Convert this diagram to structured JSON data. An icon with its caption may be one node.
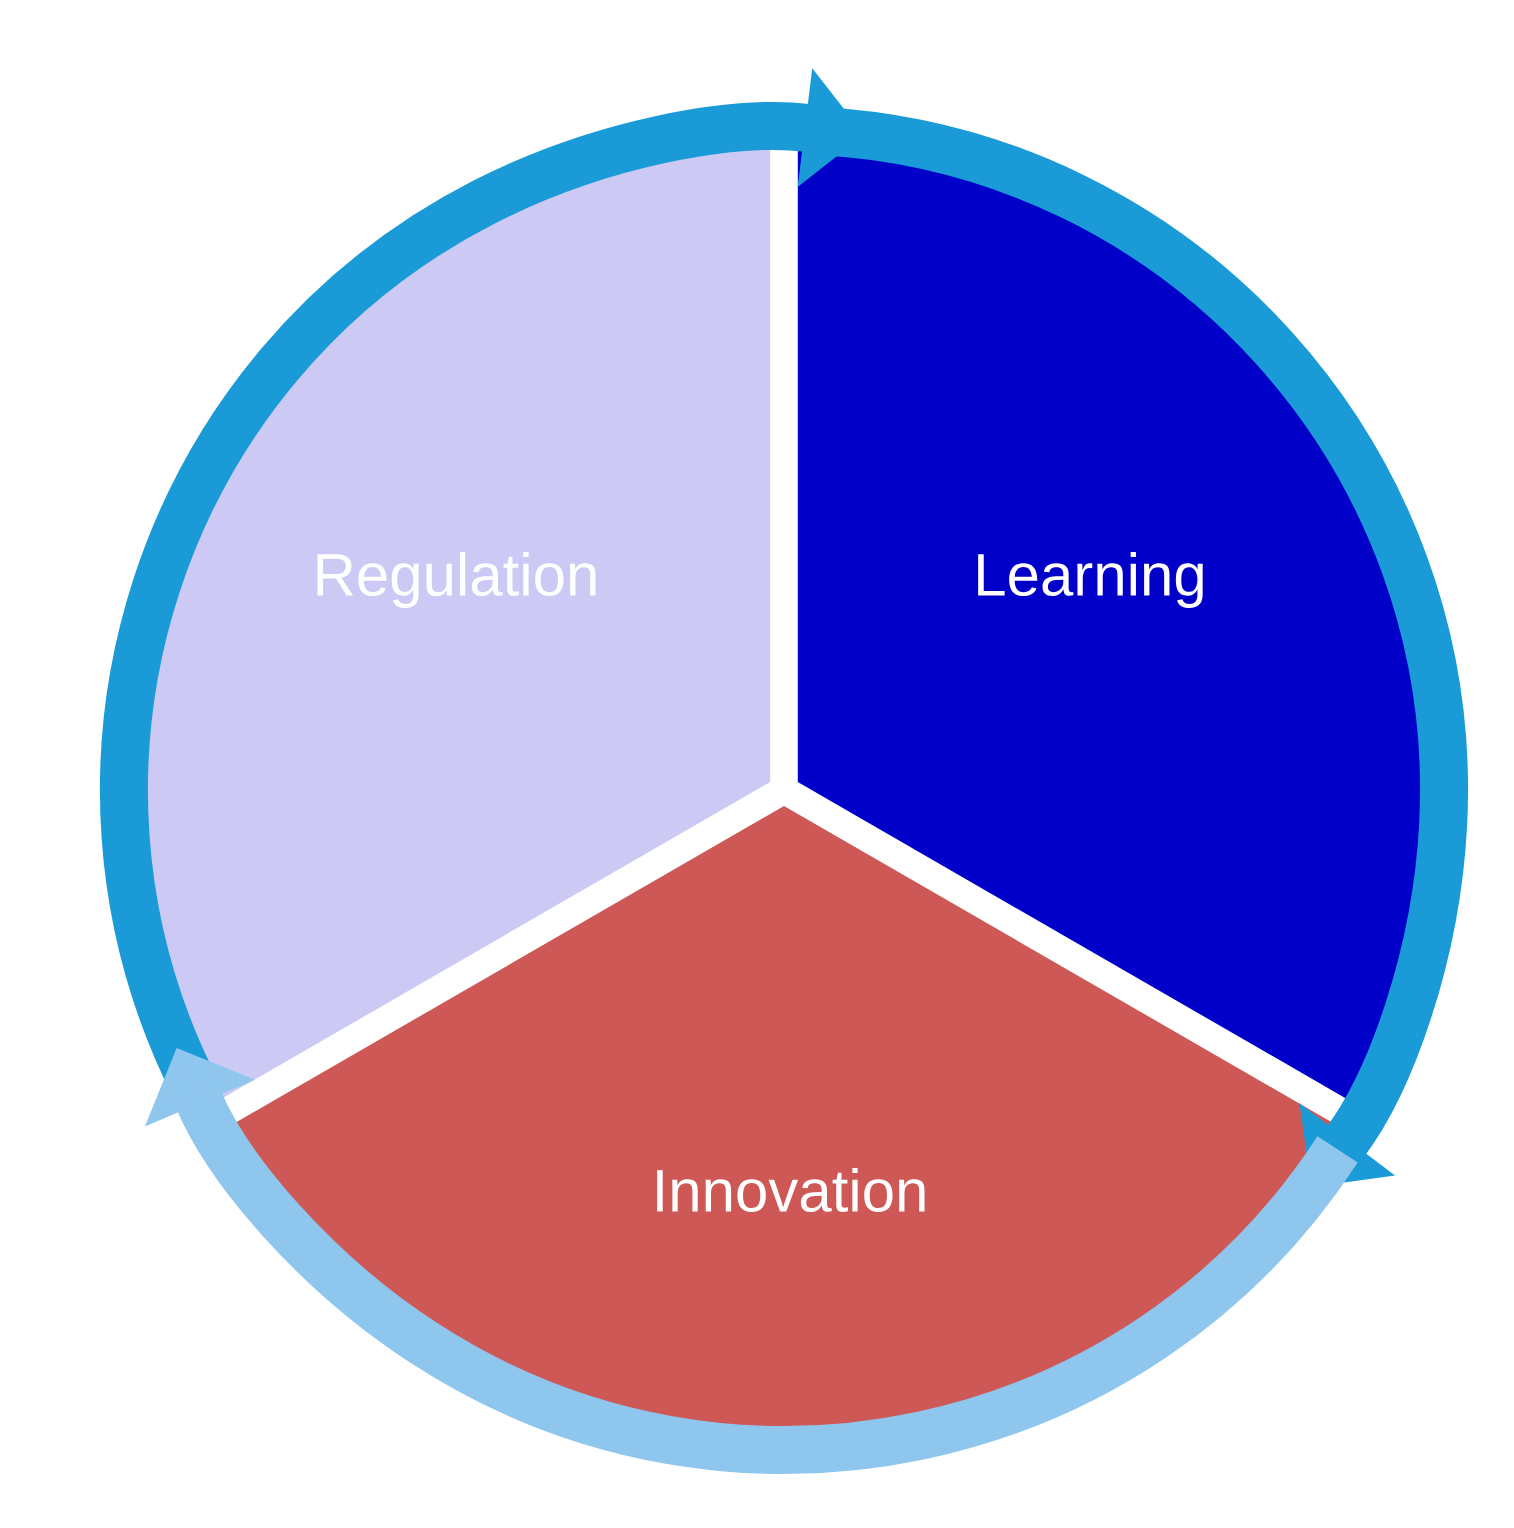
{
  "diagram": {
    "nodes": [
      {
        "text": [
          "Regulation"
        ]
      },
      {
        "text": [
          "Learning"
        ]
      },
      {
        "text": [
          "Innovation"
        ]
      }
    ],
    "edges": [
      {
        "from": 0,
        "to": 1,
        "arrow": "to"
      },
      {
        "from": 1,
        "to": 2,
        "arrow": "to"
      },
      {
        "from": 2,
        "to": 0,
        "arrow": "to",
        "color": "#8fc6ee"
      }
    ]
  }
}
